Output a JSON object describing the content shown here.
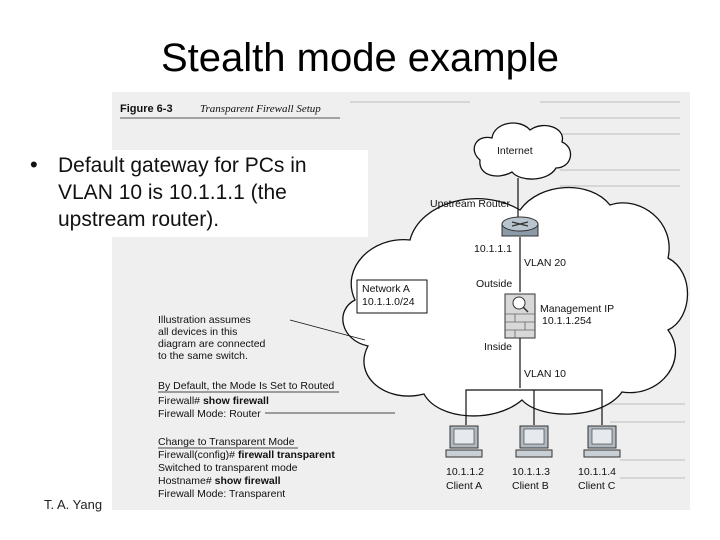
{
  "slide": {
    "title": "Stealth mode example",
    "bullet": "Default gateway for PCs in VLAN 10 is 10.1.1.1 (the upstream router).",
    "footer": "T. A. Yang"
  },
  "figure": {
    "number": "Figure 6-3",
    "caption": "Transparent Firewall Setup",
    "internet": "Internet",
    "upstream_router": "Upstream Router",
    "router_ip": "10.1.1.1",
    "vlan20": "VLAN 20",
    "outside": "Outside",
    "inside": "Inside",
    "vlan10": "VLAN 10",
    "network_box": {
      "line1": "Network A",
      "line2": "10.1.1.0/24"
    },
    "mgmt": {
      "line1": "Management IP",
      "line2": "10.1.1.254"
    },
    "note": [
      "Illustration assumes",
      "all devices in this",
      "diagram are connected",
      "to the same switch."
    ],
    "default_mode": {
      "heading": "By Default, the Mode Is Set to Routed",
      "cmd_prompt": "Firewall# ",
      "cmd": "show firewall",
      "result": "Firewall Mode: Router"
    },
    "change_mode": {
      "heading": "Change to Transparent Mode",
      "cmd1_prompt": "Firewall(config)# ",
      "cmd1": "firewall transparent",
      "cmd1_result": "Switched to transparent mode",
      "cmd2_prompt": "Hostname# ",
      "cmd2": "show firewall",
      "cmd2_result": "Firewall Mode: Transparent"
    },
    "clients": [
      {
        "ip": "10.1.1.2",
        "name": "Client A"
      },
      {
        "ip": "10.1.1.3",
        "name": "Client B"
      },
      {
        "ip": "10.1.1.4",
        "name": "Client C"
      }
    ]
  }
}
